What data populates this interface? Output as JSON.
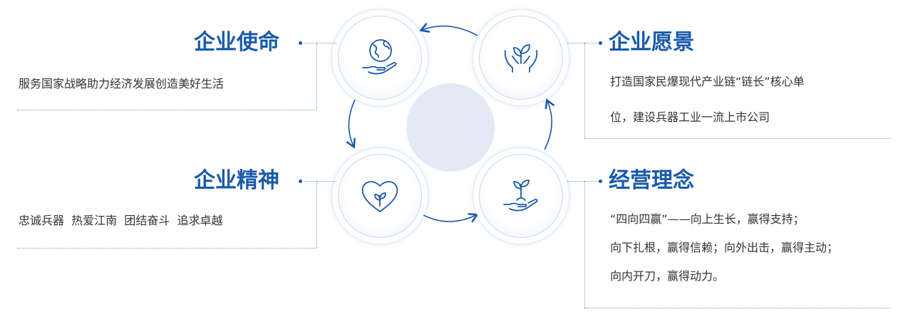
{
  "mission": {
    "title": "企业使命",
    "text": "服务国家战略助力经济发展创造美好生活"
  },
  "vision": {
    "title": "企业愿景",
    "lines": [
      "打造国家民爆现代产业链“链长”核心单",
      "位，建设兵器工业一流上市公司"
    ]
  },
  "spirit": {
    "title": "企业精神",
    "text": "忠诚兵器  热爱江南  团结奋斗  追求卓越"
  },
  "philosophy": {
    "title": "经营理念",
    "lines": [
      "“四向四赢”——向上生长，赢得支持；",
      "向下扎根，赢得信赖；向外出击，赢得主动；",
      "向内开刀，赢得动力。"
    ]
  },
  "icons": {
    "mission": "globe-in-hand-icon",
    "vision": "plant-in-hands-icon",
    "spirit": "heart-with-sprout-icon",
    "philosophy": "sprout-in-hand-icon"
  },
  "colors": {
    "accent": "#1a5aa8",
    "line": "#7a9cc6",
    "disc": "#e3eaf5"
  }
}
